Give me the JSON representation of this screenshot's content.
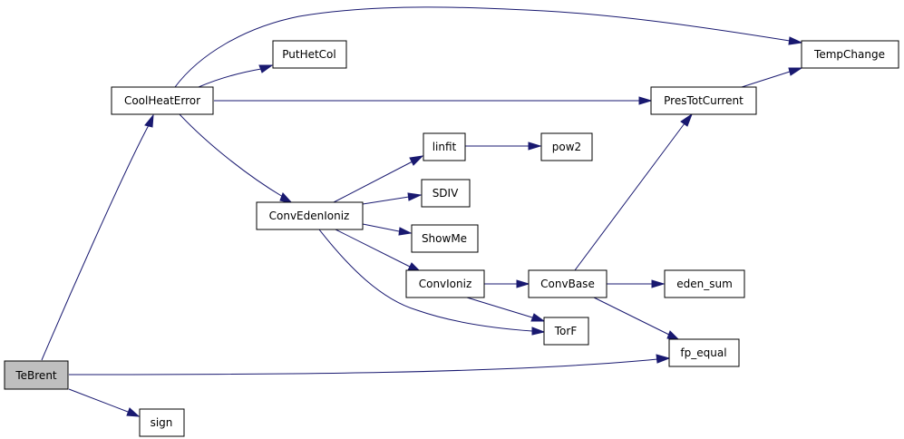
{
  "colors": {
    "edge": "#191970",
    "root_fill": "#bfbfbf",
    "node_fill": "#ffffff",
    "border": "#000000"
  },
  "nodes": {
    "tebrent": "TeBrent",
    "sign": "sign",
    "coolheaterror": "CoolHeatError",
    "puthetcol": "PutHetCol",
    "tempchange": "TempChange",
    "prestotcurrent": "PresTotCurrent",
    "convedenioniz": "ConvEdenIoniz",
    "linfit": "linfit",
    "pow2": "pow2",
    "sdiv": "SDIV",
    "showme": "ShowMe",
    "convioniz": "ConvIoniz",
    "convbase": "ConvBase",
    "eden_sum": "eden_sum",
    "torf": "TorF",
    "fp_equal": "fp_equal"
  },
  "edges": [
    {
      "from": "tebrent",
      "to": "coolheaterror"
    },
    {
      "from": "tebrent",
      "to": "fp_equal"
    },
    {
      "from": "tebrent",
      "to": "sign"
    },
    {
      "from": "coolheaterror",
      "to": "puthetcol"
    },
    {
      "from": "coolheaterror",
      "to": "tempchange"
    },
    {
      "from": "coolheaterror",
      "to": "prestotcurrent"
    },
    {
      "from": "coolheaterror",
      "to": "convedenioniz"
    },
    {
      "from": "prestotcurrent",
      "to": "tempchange"
    },
    {
      "from": "convedenioniz",
      "to": "linfit"
    },
    {
      "from": "convedenioniz",
      "to": "sdiv"
    },
    {
      "from": "convedenioniz",
      "to": "showme"
    },
    {
      "from": "convedenioniz",
      "to": "convioniz"
    },
    {
      "from": "convedenioniz",
      "to": "torf"
    },
    {
      "from": "linfit",
      "to": "pow2"
    },
    {
      "from": "convioniz",
      "to": "convbase"
    },
    {
      "from": "convioniz",
      "to": "torf"
    },
    {
      "from": "convbase",
      "to": "prestotcurrent"
    },
    {
      "from": "convbase",
      "to": "eden_sum"
    },
    {
      "from": "convbase",
      "to": "fp_equal"
    }
  ]
}
